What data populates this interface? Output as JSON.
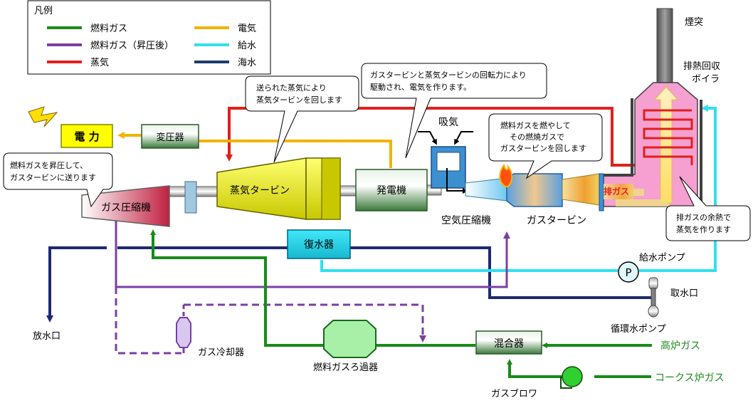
{
  "legend": {
    "title": "凡例",
    "items": [
      {
        "label": "燃料ガス",
        "color": "#1a8a1a"
      },
      {
        "label": "燃料ガス（昇圧後）",
        "color": "#7a3fa6"
      },
      {
        "label": "蒸気",
        "color": "#e0201c"
      },
      {
        "label": "電気",
        "color": "#f0b400"
      },
      {
        "label": "給水",
        "color": "#30e0f0"
      },
      {
        "label": "海水",
        "color": "#1e3a6e"
      }
    ]
  },
  "components": {
    "chimney": "煙突",
    "hrsg": "排熱回収\nボイラ",
    "electricity": "電 力",
    "transformer": "変圧器",
    "gas_compressor": "ガス圧縮機",
    "steam_turbine": "蒸気タービン",
    "generator": "発電機",
    "intake": "吸気",
    "air_compressor": "空気圧縮機",
    "gas_turbine": "ガスタービン",
    "exhaust": "排ガス",
    "condenser": "復水器",
    "feed_pump": "給水ポンプ",
    "pump_symbol": "P",
    "water_intake": "取水口",
    "circ_pump": "循環水ポンプ",
    "discharge": "放水口",
    "gas_cooler": "ガス冷却器",
    "filter": "燃料ガスろ過器",
    "mixer": "混合器",
    "bf_gas": "高炉ガス",
    "coke_gas": "コークス炉ガス",
    "blower": "ガスブロワ"
  },
  "callouts": {
    "compressor_note": [
      "燃料ガスを昇圧して、",
      "ガスタービンに送ります"
    ],
    "steam_note": [
      "送られた蒸気により",
      "蒸気タービンを回します"
    ],
    "generator_note": [
      "ガスタービンと蒸気タービンの回転力により",
      "駆動され、電気を作ります。"
    ],
    "gt_note": [
      "燃料ガスを燃やして",
      "その燃焼ガスで",
      "ガスタービンを回します"
    ],
    "hrsg_note": [
      "排ガスの余熱で",
      "蒸気を作ります"
    ]
  }
}
